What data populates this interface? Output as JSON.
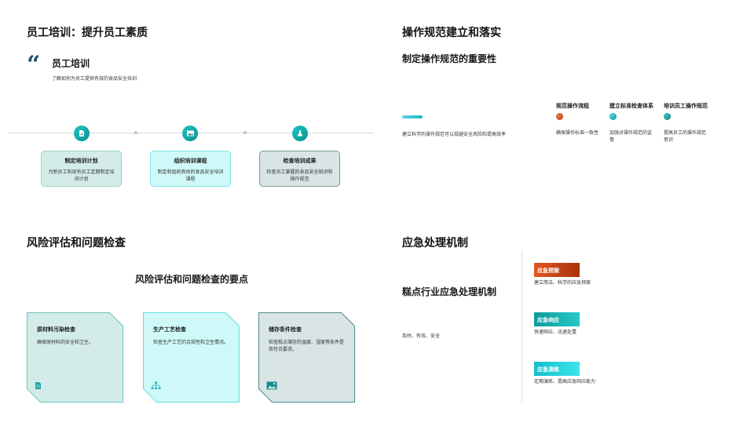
{
  "slide1": {
    "title": "员工培训：提升员工素质",
    "subtitle": "员工培训",
    "description": "了解如何为员工提供有效的食品安全培训",
    "cards": [
      {
        "heading": "制定培训计划",
        "text": "为新员工和现有员工定期制定培训计划",
        "icon": "document-icon"
      },
      {
        "heading": "组织培训课程",
        "text": "制定和组织具体的食品安全培训课程",
        "icon": "image-icon"
      },
      {
        "heading": "检查培训成果",
        "text": "检查员工掌握的食品安全知识和操作规范",
        "icon": "flask-icon"
      }
    ]
  },
  "slide2": {
    "title": "操作规范建立和落实",
    "subtitle": "制定操作规范的重要性",
    "description": "建立科学的操作规范可以规避安全风险和提高效率",
    "steps": [
      {
        "heading": "规范操作流程",
        "text": "确保操作标准一致性",
        "color": "#c8401a"
      },
      {
        "heading": "建立标准检查体系",
        "text": "加强对操作规范的监督",
        "color": "#1aa8a8"
      },
      {
        "heading": "培训员工操作规范",
        "text": "提高员工的操作规范意识",
        "color": "#0e8f8f"
      }
    ]
  },
  "slide3": {
    "title": "风险评估和问题检查",
    "subtitle": "风险评估和问题检查的要点",
    "cards": [
      {
        "heading": "原材料污染检查",
        "text": "确保原材料的安全和卫生。",
        "icon": "document-icon"
      },
      {
        "heading": "生产工艺检查",
        "text": "检查生产工艺的合规性和卫生情况。",
        "icon": "hierarchy-icon"
      },
      {
        "heading": "储存条件检查",
        "text": "检查糕点储存的温度、湿度等条件是否符合要求。",
        "icon": "image-icon"
      }
    ]
  },
  "slide4": {
    "title": "应急处理机制",
    "subtitle": "糕点行业应急处理机制",
    "description": "及时、有效、安全",
    "items": [
      {
        "label": "应急预案",
        "text": "建立简洁、科学的应急预案",
        "color_from": "#e0561f",
        "color_to": "#a8330e"
      },
      {
        "label": "应急响应",
        "text": "快速响应、迅速处置",
        "color_from": "#0e9a9a",
        "color_to": "#24c9c9"
      },
      {
        "label": "应急演练",
        "text": "定期演练、提高应急响应能力",
        "color_from": "#12bfc9",
        "color_to": "#3fe4ea"
      }
    ]
  }
}
